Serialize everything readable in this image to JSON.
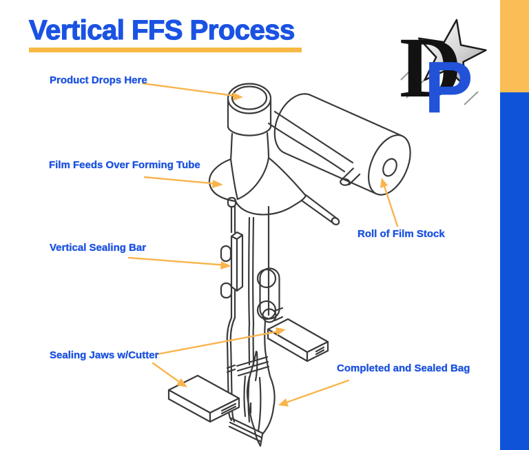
{
  "header": {
    "title": "Vertical FFS Process"
  },
  "logo": {
    "letter_d": "D",
    "letter_p": "P"
  },
  "labels": [
    {
      "id": "product-drops-here",
      "text": "Product Drops Here"
    },
    {
      "id": "film-feeds-over-forming-tube",
      "text": "Film Feeds Over Forming Tube"
    },
    {
      "id": "vertical-sealing-bar",
      "text": "Vertical Sealing Bar"
    },
    {
      "id": "sealing-jaws-with-cutter",
      "text": "Sealing Jaws w/Cutter"
    },
    {
      "id": "roll-of-film-stock",
      "text": "Roll of Film Stock"
    },
    {
      "id": "completed-and-sealed-bag",
      "text": "Completed and Sealed Bag"
    }
  ],
  "colors": {
    "title_blue": "#1A52E2",
    "label_blue": "#1D53E0",
    "arrow_orange": "#F9B44C",
    "underline_orange": "#F8B945",
    "stripe_orange": "#FBBD55",
    "stripe_blue": "#0F53D9",
    "line_art": "#3A3A3A",
    "logo_p_blue": "#2152D8",
    "logo_d_black": "#121212"
  }
}
